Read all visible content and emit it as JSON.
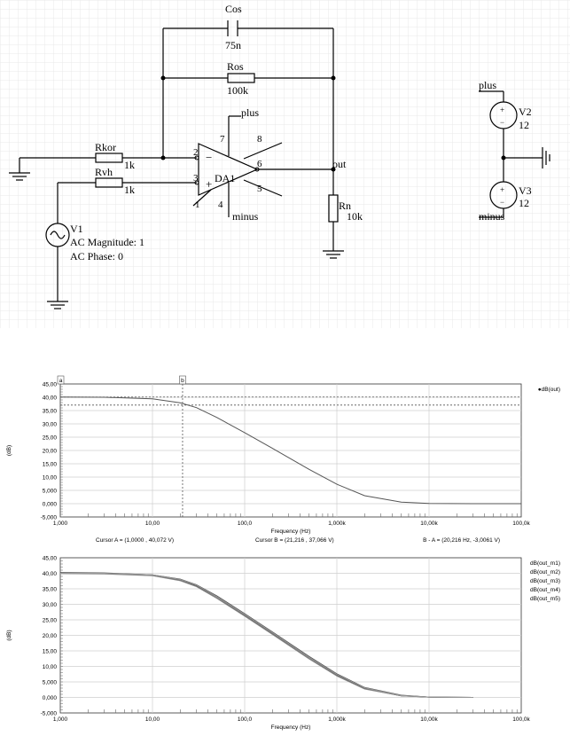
{
  "schematic": {
    "components": {
      "cos": {
        "name": "Cos",
        "value": "75n"
      },
      "ros": {
        "name": "Ros",
        "value": "100k"
      },
      "rkor": {
        "name": "Rkor",
        "value": "1k"
      },
      "rvh": {
        "name": "Rvh",
        "value": "1k"
      },
      "rn": {
        "name": "Rn",
        "value": "10k"
      },
      "da1": {
        "name": "DA1"
      },
      "v1": {
        "name": "V1",
        "line1": "AC Magnitude: 1",
        "line2": "AC Phase: 0"
      },
      "v2": {
        "name": "V2",
        "value": "12"
      },
      "v3": {
        "name": "V3",
        "value": "12"
      }
    },
    "nets": {
      "plus": "plus",
      "minus": "minus",
      "out": "out",
      "plus2": "plus",
      "minus2": "minus"
    },
    "pins": {
      "p2": "2",
      "p3": "3",
      "p7": "7",
      "p8": "8",
      "p6": "6",
      "p5": "5",
      "p4": "4",
      "p1": "1"
    },
    "source_signs": {
      "plus": "+",
      "minus": "−"
    }
  },
  "chart_data": [
    {
      "type": "line",
      "xscale": "log",
      "xlim": [
        1,
        100000
      ],
      "ylim": [
        -5,
        45
      ],
      "xlabel": "Frequency (Hz)",
      "ylabel": "(dB)",
      "xtick_labels": [
        "1,000",
        "10,00",
        "100,0",
        "1,000k",
        "10,00k",
        "100,0k"
      ],
      "ytick_labels": [
        "45,00",
        "40,00",
        "35,00",
        "30,00",
        "25,00",
        "20,00",
        "15,00",
        "10,00",
        "5,000",
        "0,000",
        "-5,000"
      ],
      "series": [
        {
          "name": "dB(out)",
          "color": "#555555",
          "x": [
            1,
            3,
            10,
            20,
            30,
            50,
            100,
            200,
            500,
            1000,
            2000,
            5000,
            10000,
            30000,
            100000
          ],
          "y": [
            40.07,
            40.0,
            39.4,
            37.9,
            36.1,
            32.4,
            26.7,
            20.8,
            12.9,
            7.3,
            3.0,
            0.6,
            0.1,
            0.0,
            0.0
          ]
        }
      ],
      "cursors": {
        "a_marker": "a",
        "b_marker": "b",
        "a_x": 1.0,
        "b_x": 21.216,
        "a_y": 40.072,
        "b_y": 37.066
      },
      "cursor_readouts": {
        "a": "Cursor A = (1,0000 , 40,072 V)",
        "b": "Cursor B = (21,216 , 37,066 V)",
        "diff": "B - A = (20,216 Hz, -3,0061 V)"
      },
      "legend_marker": "●"
    },
    {
      "type": "line",
      "xscale": "log",
      "xlim": [
        1,
        100000
      ],
      "ylim": [
        -5,
        45
      ],
      "xlabel": "Frequency (Hz)",
      "ylabel": "(dB)",
      "xtick_labels": [
        "1,000",
        "10,00",
        "100,0",
        "1,000k",
        "10,00k",
        "100,0k"
      ],
      "ytick_labels": [
        "45,00",
        "40,00",
        "35,00",
        "30,00",
        "25,00",
        "20,00",
        "15,00",
        "10,00",
        "5,000",
        "0,000",
        "-5,000"
      ],
      "series": [
        {
          "name": "dB(out_m1)",
          "color": "#333333",
          "x": [
            1,
            3,
            10,
            20,
            30,
            50,
            100,
            200,
            500,
            1000,
            2000,
            5000,
            10000,
            30000
          ],
          "y": [
            40.1,
            40.0,
            39.3,
            37.7,
            35.8,
            32.0,
            26.3,
            20.4,
            12.5,
            7.0,
            2.8,
            0.5,
            0.1,
            0.0
          ]
        },
        {
          "name": "dB(out_m2)",
          "color": "#555555",
          "x": [
            1,
            3,
            10,
            20,
            30,
            50,
            100,
            200,
            500,
            1000,
            2000,
            5000,
            10000,
            30000
          ],
          "y": [
            40.0,
            39.9,
            39.4,
            37.9,
            36.1,
            32.4,
            26.7,
            20.8,
            12.9,
            7.3,
            3.0,
            0.6,
            0.1,
            0.0
          ]
        },
        {
          "name": "dB(out_m3)",
          "color": "#444444",
          "x": [
            1,
            3,
            10,
            20,
            30,
            50,
            100,
            200,
            500,
            1000,
            2000,
            5000,
            10000,
            30000
          ],
          "y": [
            40.2,
            40.1,
            39.5,
            38.1,
            36.3,
            32.7,
            27.0,
            21.1,
            13.2,
            7.6,
            3.2,
            0.7,
            0.1,
            0.0
          ]
        },
        {
          "name": "dB(out_m4)",
          "color": "#888888",
          "x": [
            1,
            3,
            10,
            20,
            30,
            50,
            100,
            200,
            500,
            1000,
            2000,
            5000,
            10000,
            30000
          ],
          "y": [
            39.9,
            39.8,
            39.2,
            37.6,
            35.7,
            31.9,
            26.2,
            20.3,
            12.4,
            6.9,
            2.7,
            0.5,
            0.1,
            0.0
          ]
        },
        {
          "name": "dB(out_m5)",
          "color": "#999999",
          "x": [
            1,
            3,
            10,
            20,
            30,
            50,
            100,
            200,
            500,
            1000,
            2000,
            5000,
            10000,
            30000
          ],
          "y": [
            40.0,
            40.0,
            39.5,
            38.0,
            36.2,
            32.5,
            26.8,
            20.9,
            13.0,
            7.4,
            3.1,
            0.6,
            0.1,
            0.0
          ]
        }
      ]
    }
  ]
}
